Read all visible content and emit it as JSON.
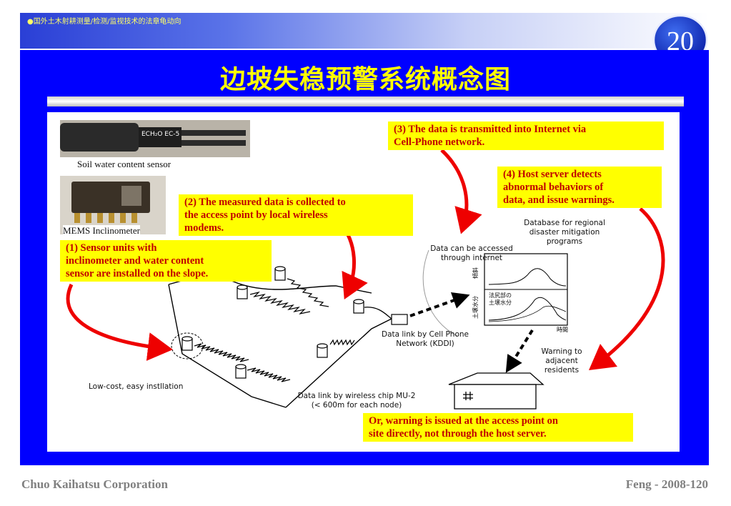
{
  "header": {
    "text": "●国外土木射耕测量/检测/监视技术的法章龟动向",
    "slide_number": "20"
  },
  "title": "边坡失稳预警系统概念图",
  "photos": {
    "sensor_label": "ECH₂O EC-5",
    "sensor_caption": "Soil water content sensor",
    "mems_caption": "MEMS Inclinometer"
  },
  "callouts": {
    "c1": "(1) Sensor units with\ninclinometer and water content\nsensor are installed on the slope.",
    "c2": "(2) The measured data is collected to\nthe access point by local wireless\nmodems.",
    "c3": "(3) The data is transmitted into Internet via\nCell-Phone network.",
    "c4": "(4) Host server detects\nabnormal behaviors of\ndata, and issue warnings.",
    "c5": "Or, warning is issued at the access point on\nsite directly, not through the host server."
  },
  "labels": {
    "database": "Database for regional\ndisaster mitigation\nprograms",
    "internet": "Data can be accessed\nthrough internet",
    "cell_link": "Data link by Cell Phone\nNetwork (KDDI)",
    "warning": "Warning to\nadjacent\nresidents",
    "low_cost": "Low-cost, easy instllation",
    "wireless_link": "Data link by wireless chip MU-2\n(< 600m for each node)",
    "graph_y_top": "傾斜",
    "graph_y_bottom": "土壌水分",
    "graph_x": "時間",
    "graph_legend": "法尻部の\n土壌水分"
  },
  "footer": {
    "left": "Chuo Kaihatsu Corporation",
    "right": "Feng - 2008-120"
  },
  "colors": {
    "panel_blue": "#0000ff",
    "title_yellow": "#ffff00",
    "callout_yellow": "#ffff00",
    "callout_text": "#c00000",
    "arrow_red": "#ee0000"
  }
}
